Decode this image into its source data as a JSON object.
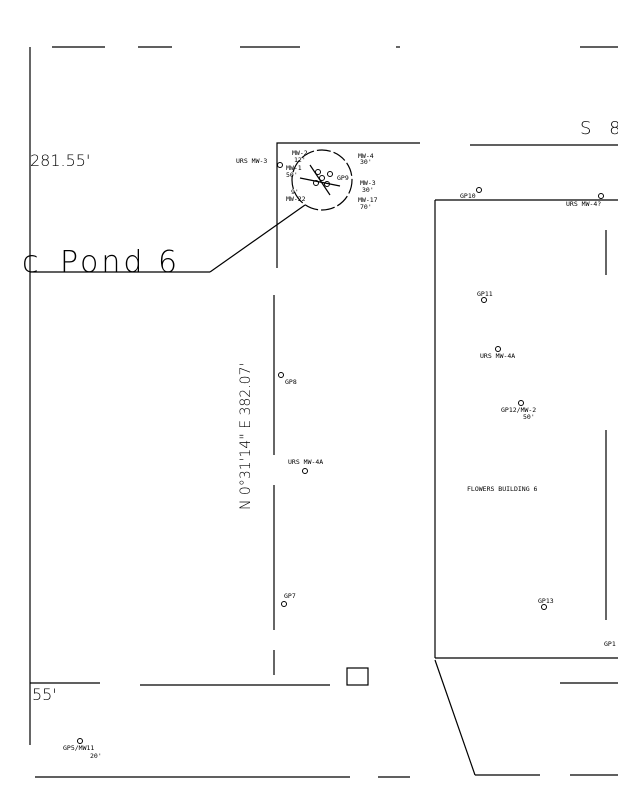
{
  "drawing": {
    "bearing_top_left": "281.55'",
    "bearing_bottom_left": "55'",
    "pond_label": "Pond 6",
    "pond_prefix": "c",
    "bearing_top_right": "S 8",
    "property_line_label": "N 0°31'14\" E 382.07'"
  },
  "wells": [
    {
      "name": "URS MW-3"
    },
    {
      "name": "MW-2",
      "depth": "12'"
    },
    {
      "name": "MW-1",
      "depth": "50'"
    },
    {
      "name": "MW-4",
      "depth": "30'"
    },
    {
      "name": "GP9"
    },
    {
      "name": "MW-3",
      "depth": "30'"
    },
    {
      "name": "MW-17",
      "depth": "70'"
    },
    {
      "name": "MW-22",
      "depth": "9'"
    },
    {
      "name": "GP10"
    },
    {
      "name": "URS MW-4?"
    },
    {
      "name": "GP11"
    },
    {
      "name": "URS MW-4A"
    },
    {
      "name": "GP12/MW-2",
      "depth": "50'"
    },
    {
      "name": "FLOWERS BUILDING 6"
    },
    {
      "name": "GP8"
    },
    {
      "name": "URS MW-4A"
    },
    {
      "name": "GP7"
    },
    {
      "name": "GP13"
    },
    {
      "name": "GP1"
    },
    {
      "name": "GP5/MW11",
      "depth": "20'"
    }
  ]
}
